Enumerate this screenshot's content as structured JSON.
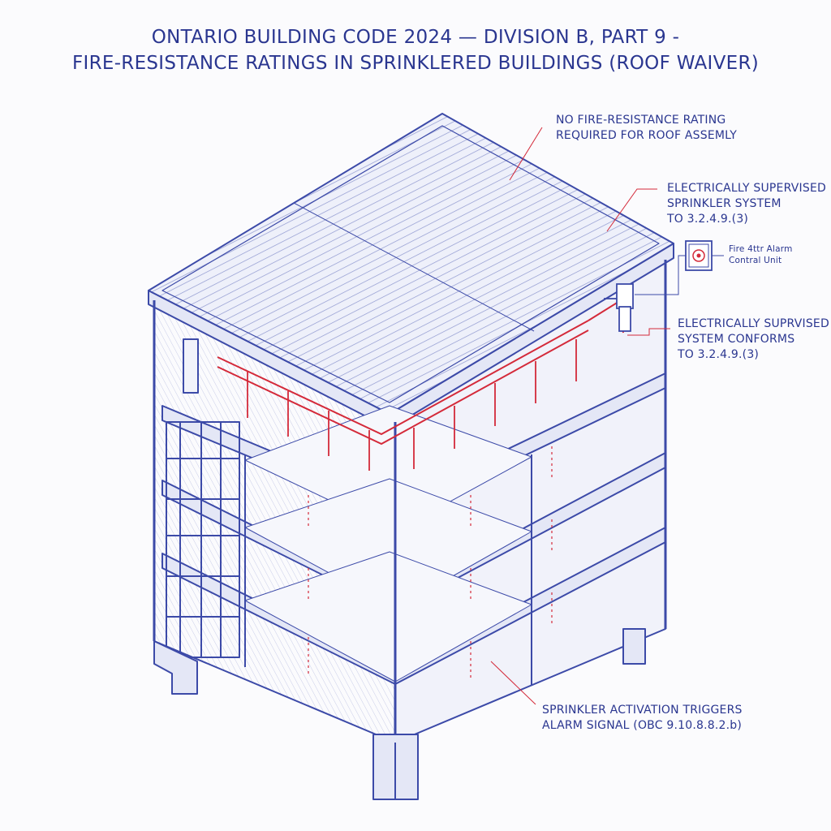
{
  "title": {
    "line1": "ONTARIO BUILDING CODE 2024 — DIVISION B, PART 9 -",
    "line2": "FIRE-RESISTANCE RATINGS IN SPRINKLERED BUILDINGS (ROOF WAIVER)"
  },
  "annotations": {
    "roof": {
      "line1": "NO FIRE-RESISTANCE RATING",
      "line2": "REQUIRED FOR ROOF ASSEMLY"
    },
    "sprinkler_system": {
      "line1": "ELECTRICALLY SUPERVISED",
      "line2": "SPRINKLER SYSTEM",
      "line3": "TO 3.2.4.9.(3)"
    },
    "alarm_unit": {
      "line1": "Fire 4ttr Alarm",
      "line2": "Contral Unit"
    },
    "system_conforms": {
      "line1": "ELECTRICALLY SUPRVISED",
      "line2": "SYSTEM CONFORMS",
      "line3": "TO 3.2.4.9.(3)"
    },
    "activation": {
      "line1": "SPRINKLER ACTIVATION TRIGGERS",
      "line2": "ALARM SIGNAL (OBC 9.10.8.8.2.b)"
    }
  },
  "colors": {
    "ink": "#2a3690",
    "structure": "#3c4aa8",
    "sprinkler": "#d42a3a",
    "paper": "#fbfbfd"
  }
}
